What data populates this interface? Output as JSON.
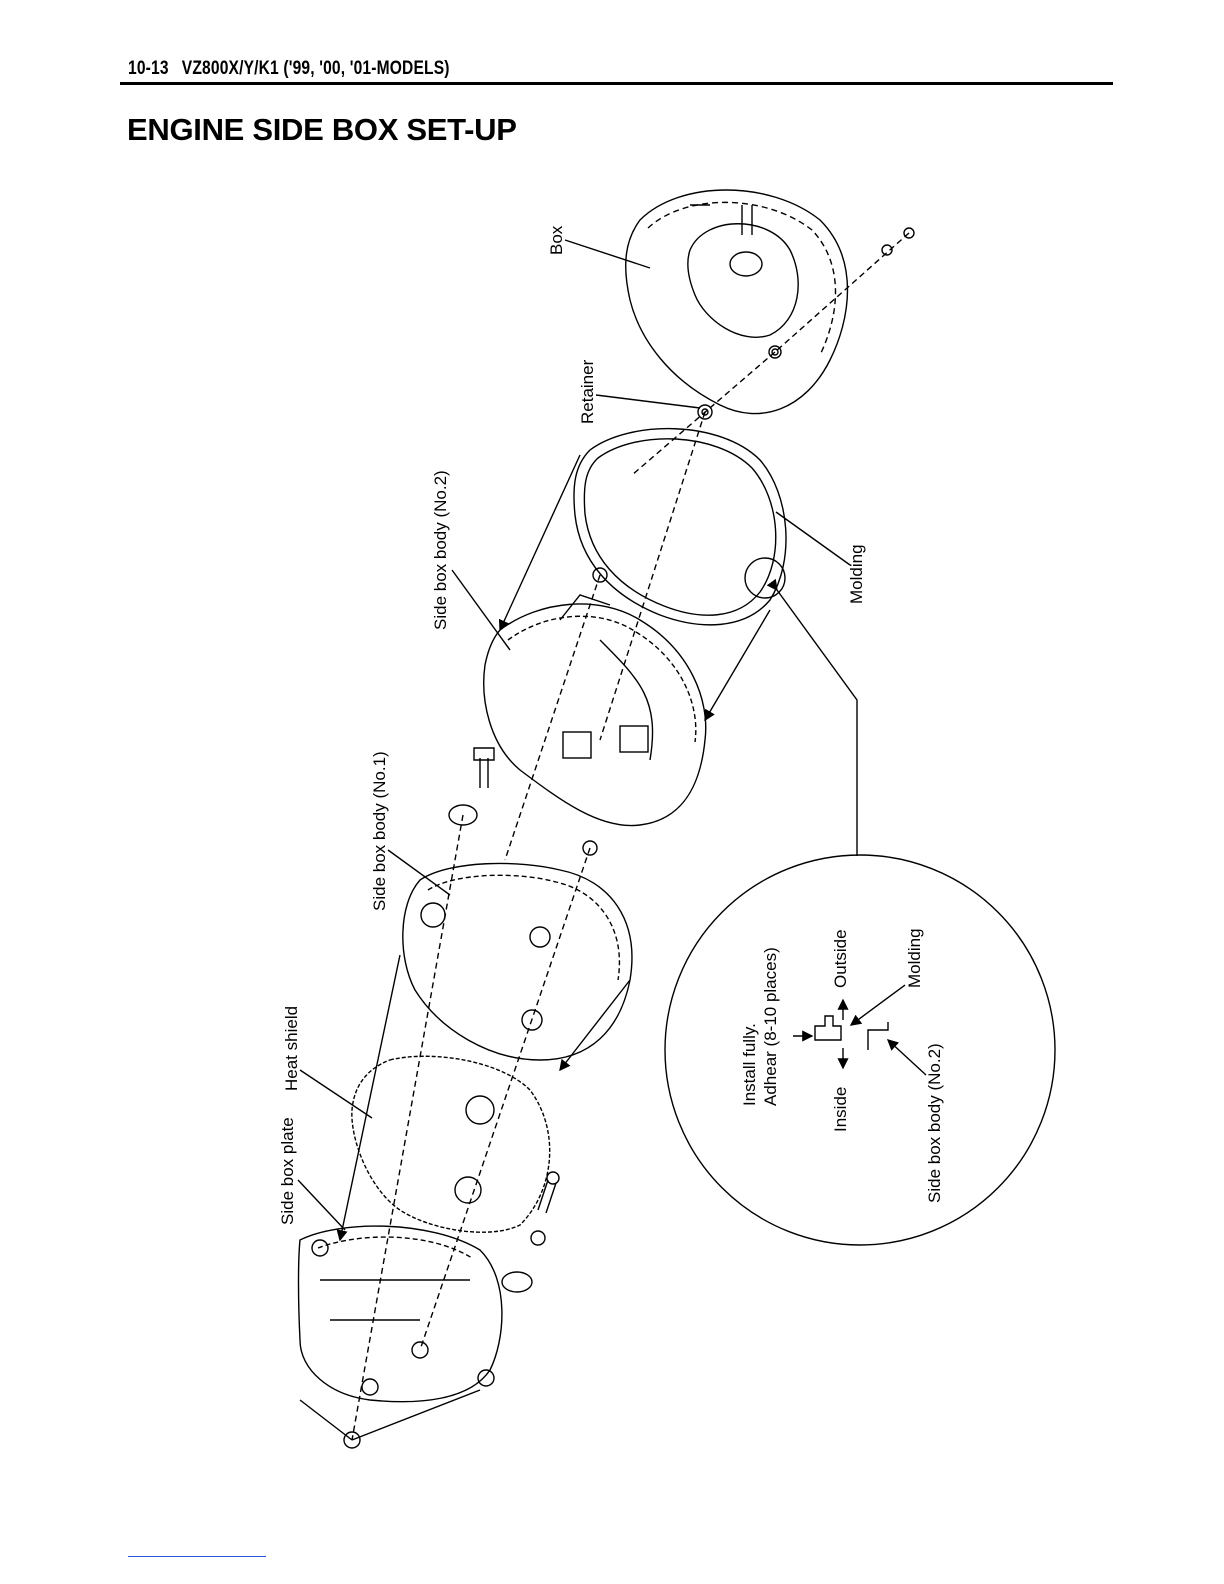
{
  "header": {
    "page_number": "10-13",
    "model": "VZ800X/Y/K1 ('99, '00, '01-MODELS)"
  },
  "title": "ENGINE SIDE BOX SET-UP",
  "labels": {
    "box": "Box",
    "retainer": "Retainer",
    "molding": "Molding",
    "side_box_body_no2": "Side box body (No.2)",
    "side_box_body_no1": "Side box body (No.1)",
    "heat_shield": "Heat shield",
    "side_box_plate": "Side box plate"
  },
  "detail": {
    "install_fully": "Install fully.",
    "adhear": "Adhear (8-10 places)",
    "inside": "Inside",
    "outside": "Outside",
    "molding": "Molding",
    "side_box_body_no2": "Side box body (No.2)"
  }
}
